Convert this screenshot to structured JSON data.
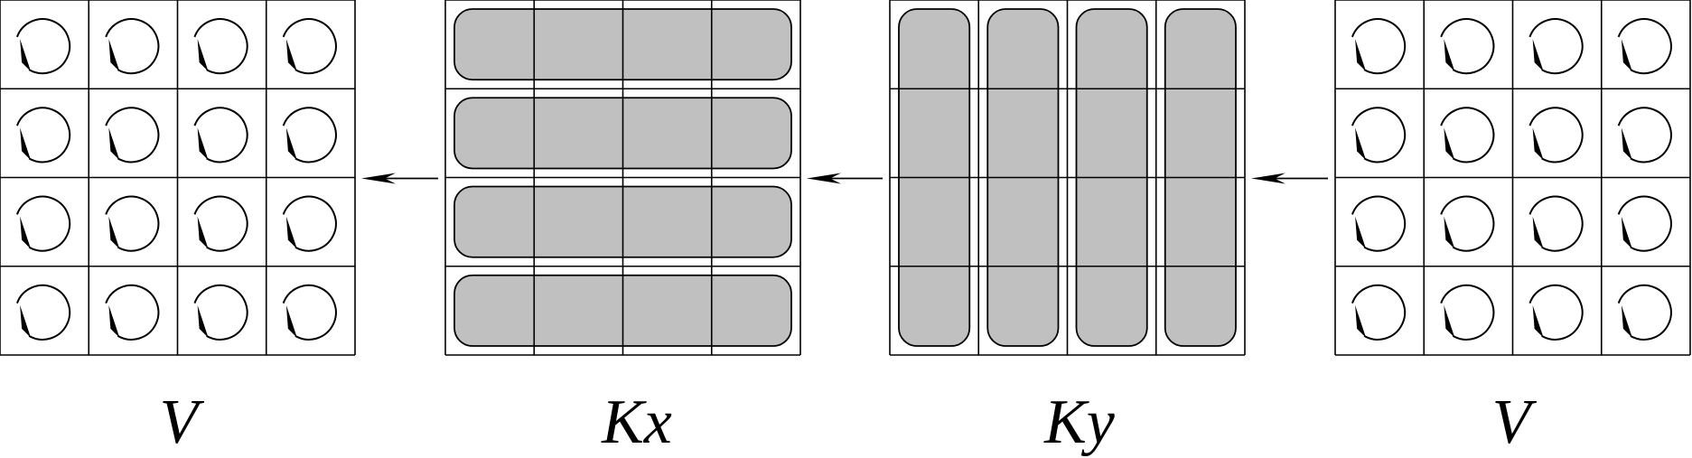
{
  "diagram": {
    "panels": [
      {
        "id": "v-left",
        "kind": "swirl-grid",
        "rows": 4,
        "cols": 4,
        "label": "V"
      },
      {
        "id": "kx",
        "kind": "row-bars",
        "rows": 4,
        "cols": 4,
        "label": "Kx"
      },
      {
        "id": "ky",
        "kind": "column-bars",
        "rows": 4,
        "cols": 4,
        "label": "Ky"
      },
      {
        "id": "v-right",
        "kind": "swirl-grid",
        "rows": 4,
        "cols": 4,
        "label": "V"
      }
    ],
    "arrows": [
      {
        "from": "kx",
        "to": "v-left",
        "direction": "left"
      },
      {
        "from": "ky",
        "to": "kx",
        "direction": "left"
      },
      {
        "from": "v-right",
        "to": "ky",
        "direction": "left"
      }
    ],
    "colors": {
      "bar_fill": "#c0c0c0",
      "stroke": "#000000",
      "background": "#ffffff"
    },
    "icons": {
      "cell_icon": "circular-arrow-icon"
    }
  }
}
